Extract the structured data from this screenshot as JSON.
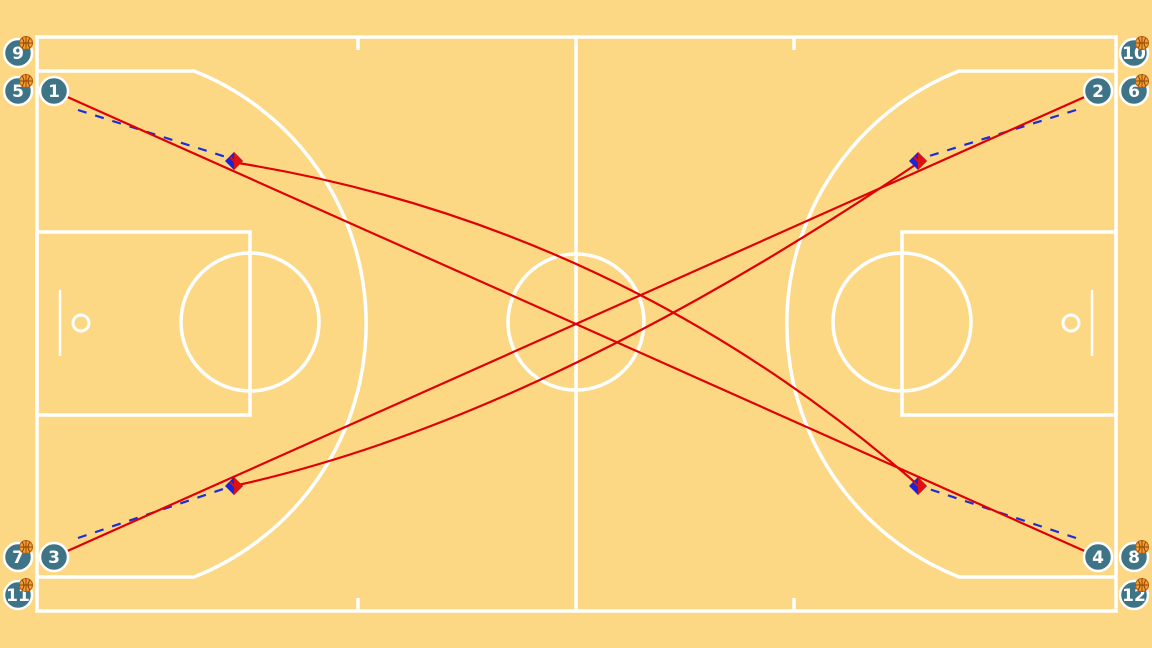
{
  "colors": {
    "court_background": "#fcd885",
    "court_lines": "#ffffff",
    "player_fill": "#3f7487",
    "player_outline": "#ffffff",
    "cut_line": "#e00000",
    "dribble_dash": "#1a2fd6",
    "cone_blue": "#1e22d8",
    "cone_red": "#e01010",
    "ball": "#f0a030"
  },
  "players": [
    {
      "label": "1",
      "has_ball": false
    },
    {
      "label": "2",
      "has_ball": false
    },
    {
      "label": "3",
      "has_ball": false
    },
    {
      "label": "4",
      "has_ball": false
    },
    {
      "label": "5",
      "has_ball": true
    },
    {
      "label": "6",
      "has_ball": true
    },
    {
      "label": "7",
      "has_ball": true
    },
    {
      "label": "8",
      "has_ball": true
    },
    {
      "label": "9",
      "has_ball": true
    },
    {
      "label": "10",
      "has_ball": true
    },
    {
      "label": "11",
      "has_ball": true
    },
    {
      "label": "12",
      "has_ball": true
    }
  ],
  "cones": 4,
  "cut_paths": 4,
  "dash_paths": 4,
  "icons": [
    "player-marker-icon",
    "basketball-icon",
    "cone-icon"
  ]
}
